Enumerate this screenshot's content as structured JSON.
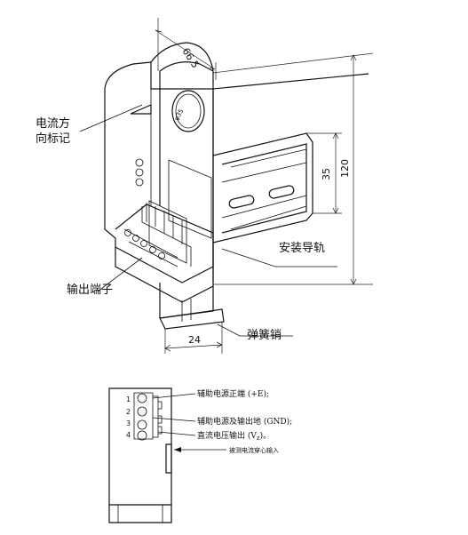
{
  "top_view": {
    "dim_width": "66.5",
    "dim_hole": "φ35",
    "dim_rail": "35",
    "dim_height": "120",
    "dim_bottom": "24",
    "label_direction": "电流方\n向标记",
    "label_direction_line1": "电流方",
    "label_direction_line2": "向标记",
    "label_rail": "安装导轨",
    "label_terminal": "输出端子",
    "label_spring": "弹簧销"
  },
  "bottom_view": {
    "pins": [
      "1",
      "2",
      "3",
      "4"
    ],
    "pin1_desc": "辅助电源正端 (+E);",
    "pin23_desc": "辅助电源及输出地 (GND);",
    "pin4_desc": "直流电压输出 (V",
    "pin4_sub": "z",
    "pin4_end": ")。",
    "arrow_label": "被测电流穿心输入"
  }
}
